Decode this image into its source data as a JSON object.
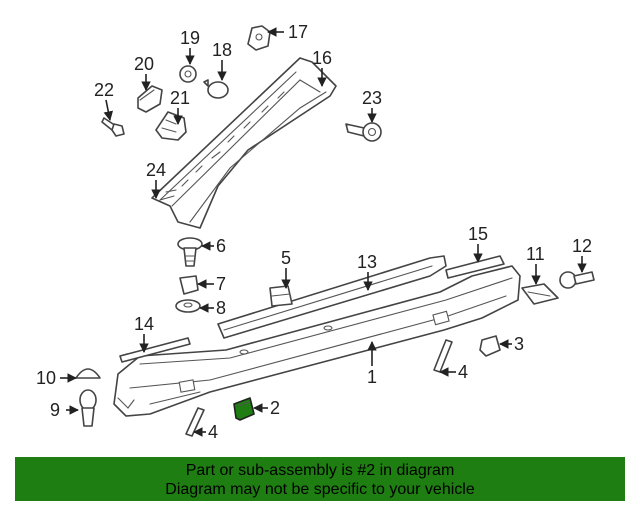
{
  "highlight_color": "#1e7e12",
  "banner_color": "#1e7e12",
  "callouts": {
    "c1": "1",
    "c2": "2",
    "c3": "3",
    "c4a": "4",
    "c4b": "4",
    "c5": "5",
    "c6": "6",
    "c7": "7",
    "c8": "8",
    "c9": "9",
    "c10": "10",
    "c11": "11",
    "c12": "12",
    "c13": "13",
    "c14": "14",
    "c15": "15",
    "c16": "16",
    "c17": "17",
    "c18": "18",
    "c19": "19",
    "c20": "20",
    "c21": "21",
    "c22": "22",
    "c23": "23",
    "c24": "24"
  },
  "banner": {
    "line1": "Part or sub-assembly is #2 in diagram",
    "line2": "Diagram may not be specific to your vehicle"
  }
}
